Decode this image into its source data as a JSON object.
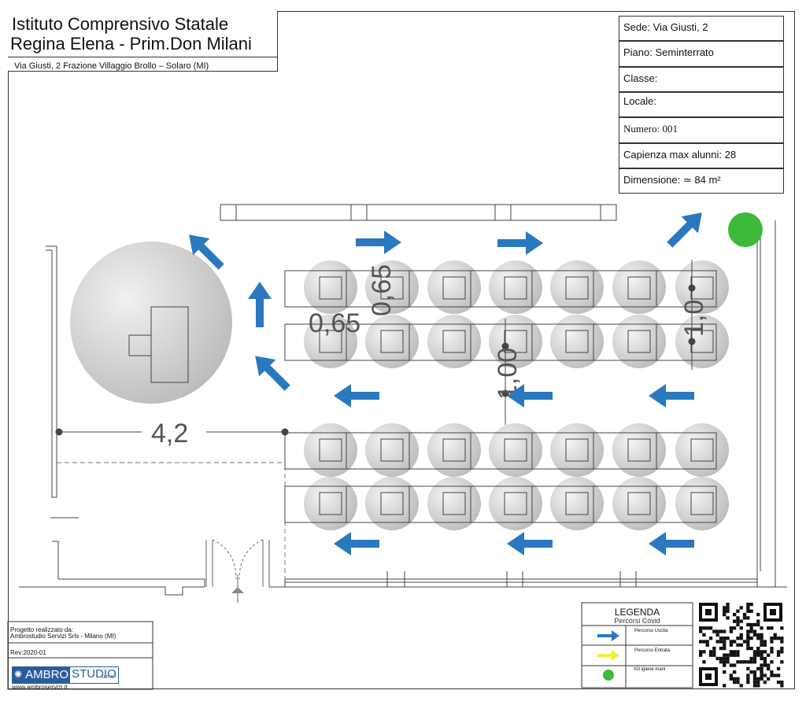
{
  "header": {
    "title_line1": "Istituto Comprensivo Statale",
    "title_line2": "Regina Elena - Prim.Don Milani",
    "address": "Via Giusti, 2 Frazione Villaggio Brollo – Solaro (MI)"
  },
  "info": {
    "sede": "Sede:  Via Giusti, 2",
    "piano": "Piano: Seminterrato",
    "classe": "Classe:",
    "locale": "Locale:",
    "numero": "Numero: 001",
    "capienza": "Capienza max alunni: 28",
    "dimensione": "Dimensione: ≃ 84 m²"
  },
  "dimensions": {
    "width_4_2": "4,2",
    "d065a": "0,65",
    "d065b": "0,65",
    "d100": "1,00",
    "d10": "1,0"
  },
  "legend": {
    "title": "LEGENDA",
    "subtitle": "Percorsi Covid",
    "exit": "Percorso Uscita",
    "entry": "Percorso Entrata",
    "kit": "Kit igiene mani"
  },
  "credits": {
    "label": "Progetto realizzato da:",
    "company": "Ambrostudio Servizi Srls - Milano (MI)",
    "rev": "Rev:2020-01",
    "logo_a": "AMBRO",
    "logo_b": "STUDIO",
    "logo_sub": "SERVIZI",
    "url": "www.ambroservizi.it"
  },
  "colors": {
    "arrow_blue": "#2a78bf",
    "kit_green": "#3fb93a",
    "entry_yellow": "#f2ec3a"
  }
}
